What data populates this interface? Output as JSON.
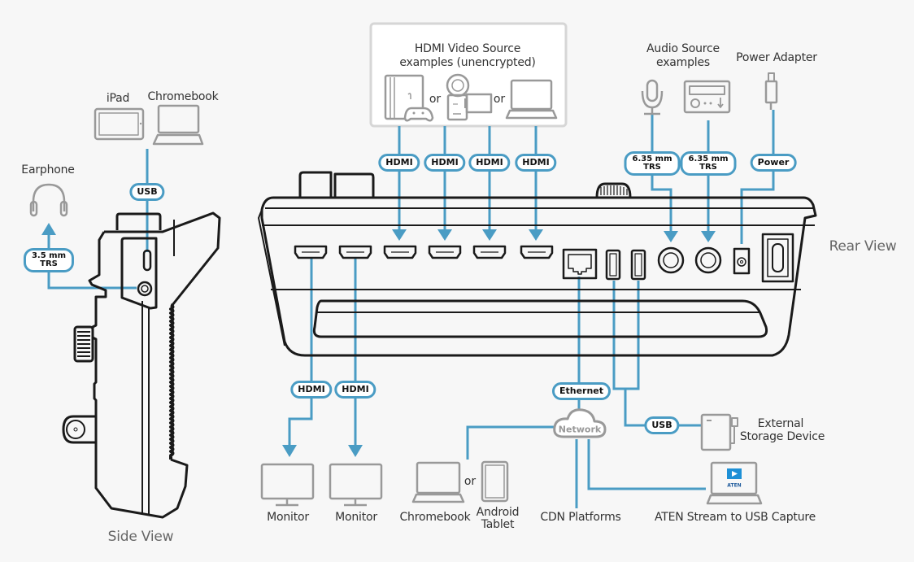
{
  "diagram": {
    "views": {
      "side": "Side View",
      "rear": "Rear View"
    },
    "sources": {
      "hdmi_box_title_1": "HDMI Video Source",
      "hdmi_box_title_2": "examples (unencrypted)",
      "audio_title_1": "Audio Source",
      "audio_title_2": "examples",
      "power_title": "Power Adapter",
      "or": "or"
    },
    "side_devices": {
      "ipad": "iPad",
      "chromebook": "Chromebook",
      "earphone": "Earphone"
    },
    "outputs": {
      "monitor_1": "Monitor",
      "monitor_2": "Monitor",
      "chromebook": "Chromebook",
      "android_1": "Android",
      "android_2": "Tablet",
      "cdn": "CDN Platforms",
      "aten": "ATEN Stream to USB Capture",
      "storage_1": "External",
      "storage_2": "Storage Device",
      "network": "Network",
      "aten_logo": "ATEN"
    },
    "connectors": {
      "usb_side": "USB",
      "trs_35_1": "3.5 mm",
      "trs_35_2": "TRS",
      "hdmi_in": [
        "HDMI",
        "HDMI",
        "HDMI",
        "HDMI"
      ],
      "trs_635_a_1": "6.35 mm",
      "trs_635_a_2": "TRS",
      "trs_635_b_1": "6.35 mm",
      "trs_635_b_2": "TRS",
      "power": "Power",
      "hdmi_out": [
        "HDMI",
        "HDMI"
      ],
      "ethernet": "Ethernet",
      "usb_storage": "USB"
    },
    "colors": {
      "cable": "#4a9cc4",
      "device_outline": "#1a1a1a",
      "icon_gray": "#999999",
      "background": "#f7f7f7"
    }
  }
}
